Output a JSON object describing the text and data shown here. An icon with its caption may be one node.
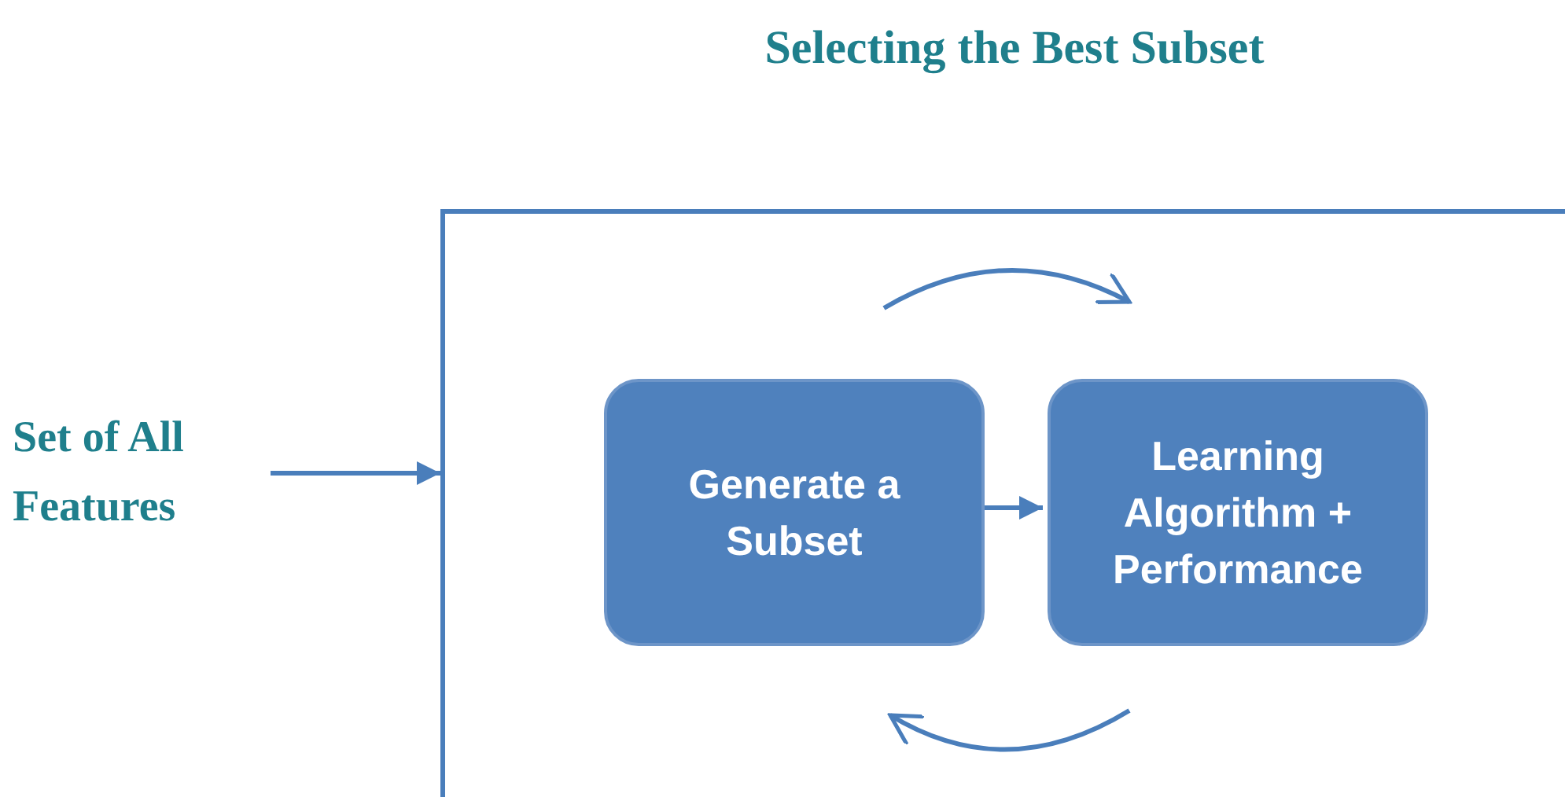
{
  "diagram": {
    "title": "Selecting the Best Subset",
    "nodes": [
      {
        "text": [
          "Set of All Features"
        ]
      },
      {
        "text": [],
        "shape": "box"
      },
      {
        "text": [
          "Generate a Subset"
        ],
        "in": 1
      },
      {
        "text": [
          "Learning Algorithm + Performance"
        ],
        "in": 1
      }
    ],
    "edges": [
      {
        "from": 0,
        "to": 1,
        "arrow": "to"
      },
      {
        "from": 2,
        "to": 3,
        "arrow": "to"
      }
    ]
  }
}
